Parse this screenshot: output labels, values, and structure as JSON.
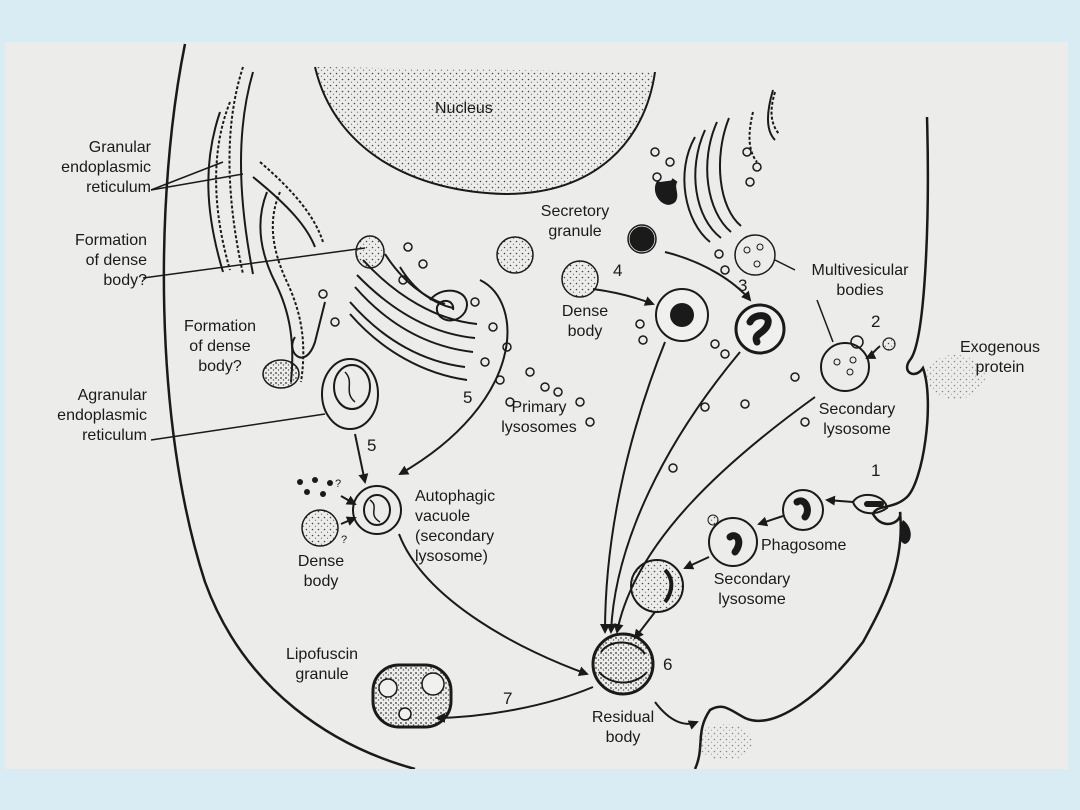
{
  "background_color": "#d9ecf3",
  "figure_color": "#ececea",
  "ink_color": "#1a1a1a",
  "labels": {
    "nucleus": "Nucleus",
    "granular_er": [
      "Granular",
      "endoplasmic",
      "reticulum"
    ],
    "formation_dense_body_top": [
      "Formation",
      "of dense",
      "body?"
    ],
    "formation_dense_body_mid": [
      "Formation",
      "of dense",
      "body?"
    ],
    "agranular_er": [
      "Agranular",
      "endoplasmic",
      "reticulum"
    ],
    "secretory_granule": [
      "Secretory",
      "granule"
    ],
    "dense_body_center": [
      "Dense",
      "body"
    ],
    "multivesicular_bodies": [
      "Multivesicular",
      "bodies"
    ],
    "exogenous_protein": [
      "Exogenous",
      "protein"
    ],
    "primary_lysosomes": [
      "Primary",
      "lysosomes"
    ],
    "secondary_lysosome_right": [
      "Secondary",
      "lysosome"
    ],
    "autophagic_vacuole": [
      "Autophagic",
      "vacuole",
      "(secondary",
      "lysosome)"
    ],
    "dense_body_left": [
      "Dense",
      "body"
    ],
    "phagosome": "Phagosome",
    "secondary_lysosome_lower": [
      "Secondary",
      "lysosome"
    ],
    "lipofuscin_granule": [
      "Lipofuscin",
      "granule"
    ],
    "residual_body": [
      "Residual",
      "body"
    ]
  },
  "numbers": {
    "n1": "1",
    "n2": "2",
    "n3": "3",
    "n4": "4",
    "n5_upper": "5",
    "n5_lower": "5",
    "n6": "6",
    "n7": "7"
  },
  "question_marks": {
    "q1": "?",
    "q2": "?"
  }
}
